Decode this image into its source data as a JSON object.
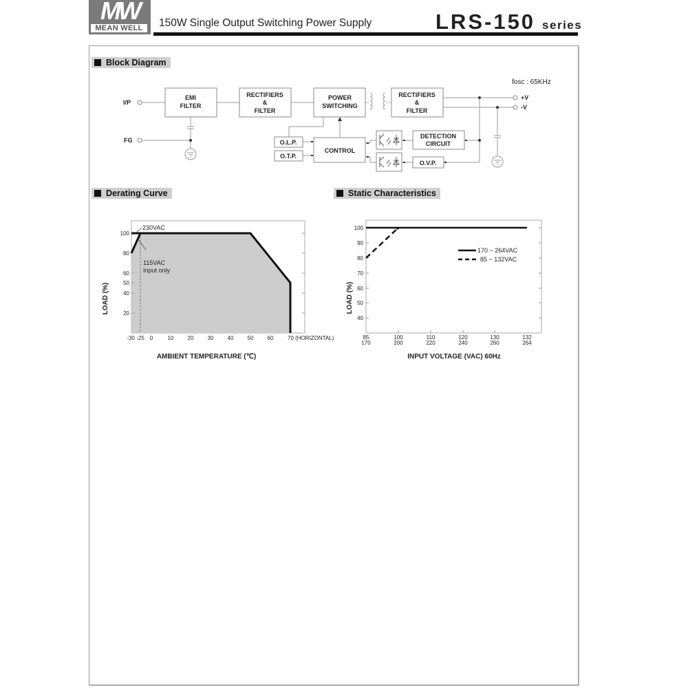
{
  "header": {
    "logo_mark": "MW",
    "logo_text": "MEAN WELL",
    "subtitle": "150W Single Output Switching Power Supply",
    "model": "LRS-150",
    "model_suffix": "series"
  },
  "block_diagram": {
    "title": "Block Diagram",
    "fosc": "fosc : 65KHz",
    "terminals": {
      "input": "I/P",
      "frame_ground": "FG",
      "plus_v": "+V",
      "minus_v": "-V"
    },
    "blocks": {
      "emi_l1": "EMI",
      "emi_l2": "FILTER",
      "rect1_l1": "RECTIFIERS",
      "rect1_l2": "&",
      "rect1_l3": "FILTER",
      "psw_l1": "POWER",
      "psw_l2": "SWITCHING",
      "rect2_l1": "RECTIFIERS",
      "rect2_l2": "&",
      "rect2_l3": "FILTER",
      "olp": "O.L.P.",
      "otp": "O.T.P.",
      "control": "CONTROL",
      "det_l1": "DETECTION",
      "det_l2": "CIRCUIT",
      "ovp": "O.V.P."
    }
  },
  "derating": {
    "title": "Derating Curve",
    "ylabel": "LOAD (%)",
    "xlabel": "AMBIENT TEMPERATURE (℃)",
    "annot_230": "230VAC",
    "annot_115_l1": "115VAC",
    "annot_115_l2": "Input only",
    "yticks": [
      "100",
      "80",
      "60",
      "50",
      "40",
      "20"
    ],
    "xticks": [
      "-30",
      "-25",
      "0",
      "10",
      "20",
      "30",
      "40",
      "50",
      "60",
      "70 (HORIZONTAL)"
    ]
  },
  "static": {
    "title": "Static Characteristics",
    "ylabel": "LOAD (%)",
    "xlabel": "INPUT VOLTAGE (VAC) 60Hz",
    "legend_solid": "170 ~ 264VAC",
    "legend_dashed": "85 ~ 132VAC",
    "yticks": [
      "100",
      "90",
      "80",
      "70",
      "60",
      "50",
      "40"
    ],
    "xticks_top": [
      "85",
      "100",
      "110",
      "120",
      "130",
      "132"
    ],
    "xticks_bottom": [
      "170",
      "200",
      "220",
      "240",
      "260",
      "264"
    ]
  },
  "chart_data": [
    {
      "type": "area",
      "title": "Derating Curve",
      "xlabel": "AMBIENT TEMPERATURE (℃)",
      "ylabel": "LOAD (%)",
      "xlim": [
        -30,
        75
      ],
      "ylim": [
        0,
        110
      ],
      "series": [
        {
          "name": "230VAC",
          "x": [
            -30,
            50,
            70,
            70
          ],
          "y": [
            100,
            100,
            50,
            0
          ]
        },
        {
          "name": "115VAC Input only",
          "x": [
            -30,
            -25,
            50,
            70,
            70
          ],
          "y": [
            80,
            100,
            100,
            50,
            0
          ]
        }
      ],
      "annotations": [
        "230VAC",
        "115VAC Input only",
        "dashed line at -25",
        "70 (HORIZONTAL)"
      ],
      "yticks": [
        100,
        80,
        60,
        50,
        40,
        20
      ],
      "xticks": [
        -30,
        -25,
        0,
        10,
        20,
        30,
        40,
        50,
        60,
        70
      ]
    },
    {
      "type": "line",
      "title": "Static Characteristics",
      "xlabel": "INPUT VOLTAGE (VAC) 60Hz",
      "ylabel": "LOAD (%)",
      "xlim": [
        85,
        132
      ],
      "ylim": [
        35,
        105
      ],
      "x_categories_dual": [
        [
          "85",
          "170"
        ],
        [
          "100",
          "200"
        ],
        [
          "110",
          "220"
        ],
        [
          "120",
          "240"
        ],
        [
          "130",
          "260"
        ],
        [
          "132",
          "264"
        ]
      ],
      "series": [
        {
          "name": "170 ~ 264VAC",
          "style": "solid",
          "x": [
            170,
            264
          ],
          "y": [
            100,
            100
          ]
        },
        {
          "name": "85 ~ 132VAC",
          "style": "dashed",
          "x": [
            85,
            100,
            132
          ],
          "y": [
            80,
            100,
            100
          ]
        }
      ],
      "legend_position": "upper right inside",
      "yticks": [
        100,
        90,
        80,
        70,
        60,
        50,
        40
      ]
    }
  ]
}
